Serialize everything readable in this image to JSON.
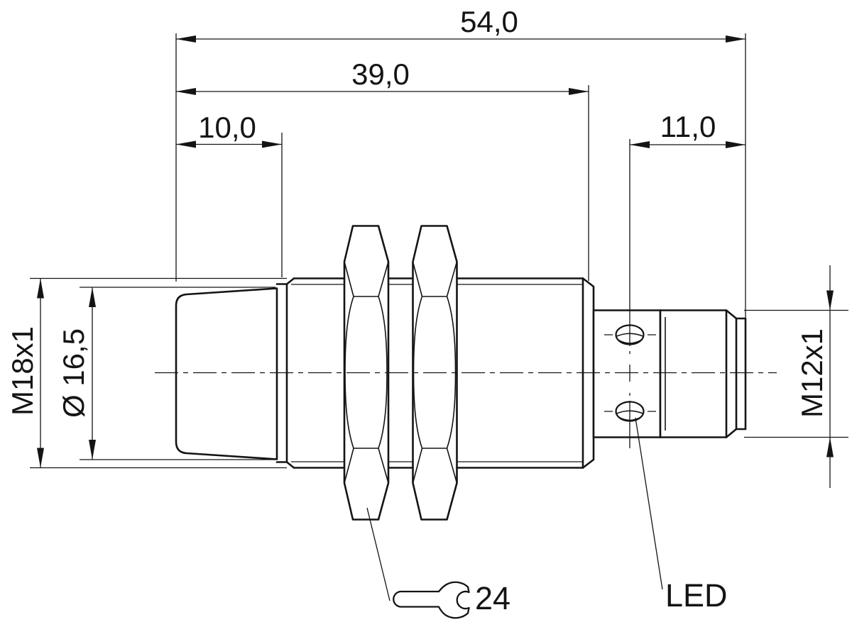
{
  "drawing": {
    "description": "Dimensional side-view drawing of an M18 cylindrical sensor with M12 connector",
    "labels": {
      "overall_length": "54,0",
      "barrel_length": "39,0",
      "head_length": "10,0",
      "connector_length": "11,0",
      "body_thread": "M18x1",
      "head_diameter": "Ø 16,5",
      "connector_thread": "M12x1",
      "wrench_size": "24",
      "led": "LED"
    },
    "icons": {
      "wrench": "open-end-wrench-icon"
    },
    "colors": {
      "line": "#141414",
      "background": "#ffffff"
    }
  }
}
